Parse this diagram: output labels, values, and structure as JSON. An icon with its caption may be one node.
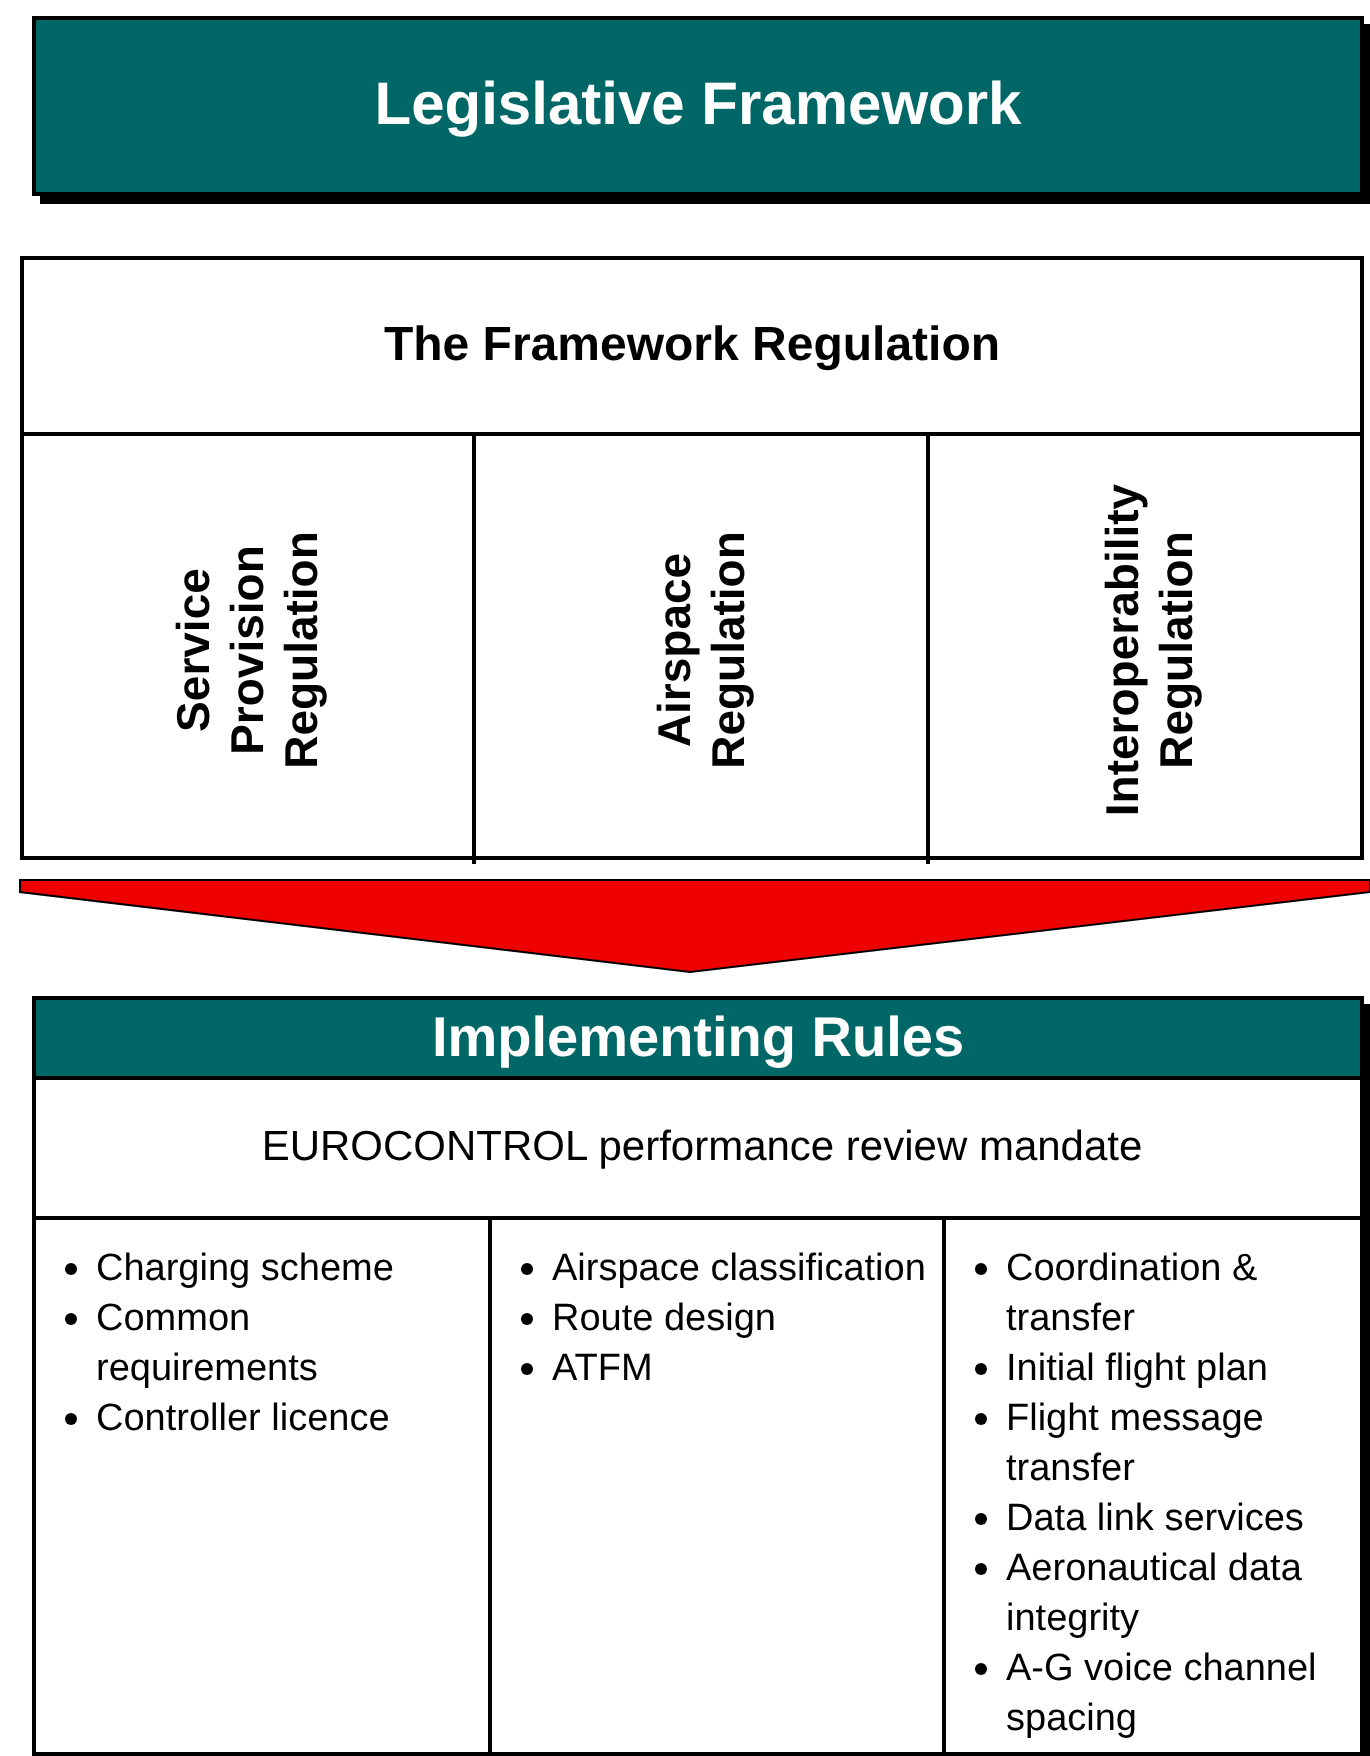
{
  "diagram": {
    "nodes": [
      {
        "text": [
          "Legislative Framework"
        ]
      },
      {
        "text": [
          "The Framework Regulation"
        ]
      },
      {
        "text": [
          "Service Provision Regulation"
        ],
        "in": 1
      },
      {
        "text": [
          "Airspace Regulation"
        ],
        "in": 1
      },
      {
        "text": [
          "Interoperability Regulation"
        ],
        "in": 1
      },
      {
        "text": [
          "Implementing Rules"
        ]
      },
      {
        "text": [
          "EUROCONTROL performance review mandate"
        ],
        "in": 5
      },
      {
        "text": [
          "Charging scheme",
          "Common requirements",
          "Controller licence"
        ],
        "in": 5
      },
      {
        "text": [
          "Airspace classification",
          "Route design",
          "ATFM"
        ],
        "in": 5
      },
      {
        "text": [
          "Coordination & transfer",
          "Initial flight plan",
          "Flight message transfer",
          "Data link services",
          "Aeronautical data integrity",
          "A-G voice channel spacing"
        ],
        "in": 5
      }
    ],
    "edges": [
      {
        "from": 1,
        "to": 5,
        "arrow": "to"
      }
    ]
  }
}
